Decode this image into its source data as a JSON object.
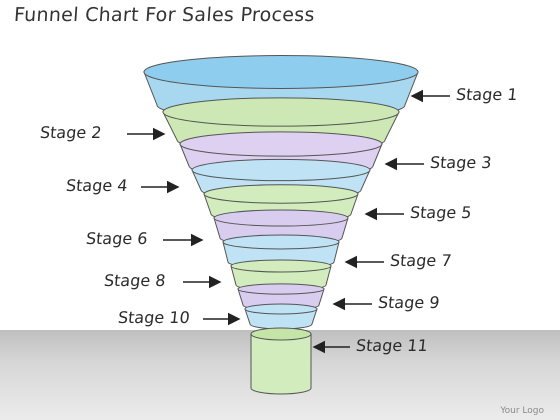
{
  "title": "Funnel Chart For Sales Process",
  "logo": "Your Logo",
  "stages": [
    {
      "label": "Stage 1",
      "color": "#a8d8f0"
    },
    {
      "label": "Stage 2",
      "color": "#cde8b4"
    },
    {
      "label": "Stage 3",
      "color": "#ddd0f0"
    },
    {
      "label": "Stage 4",
      "color": "#bfe3f4"
    },
    {
      "label": "Stage 5",
      "color": "#d3ecbd"
    },
    {
      "label": "Stage 6",
      "color": "#d9cdef"
    },
    {
      "label": "Stage 7",
      "color": "#bfe3f4"
    },
    {
      "label": "Stage 8",
      "color": "#d3ecbd"
    },
    {
      "label": "Stage 9",
      "color": "#d9cdef"
    },
    {
      "label": "Stage 10",
      "color": "#bfe3f4"
    },
    {
      "label": "Stage 11",
      "color": "#d3ecbd"
    }
  ]
}
